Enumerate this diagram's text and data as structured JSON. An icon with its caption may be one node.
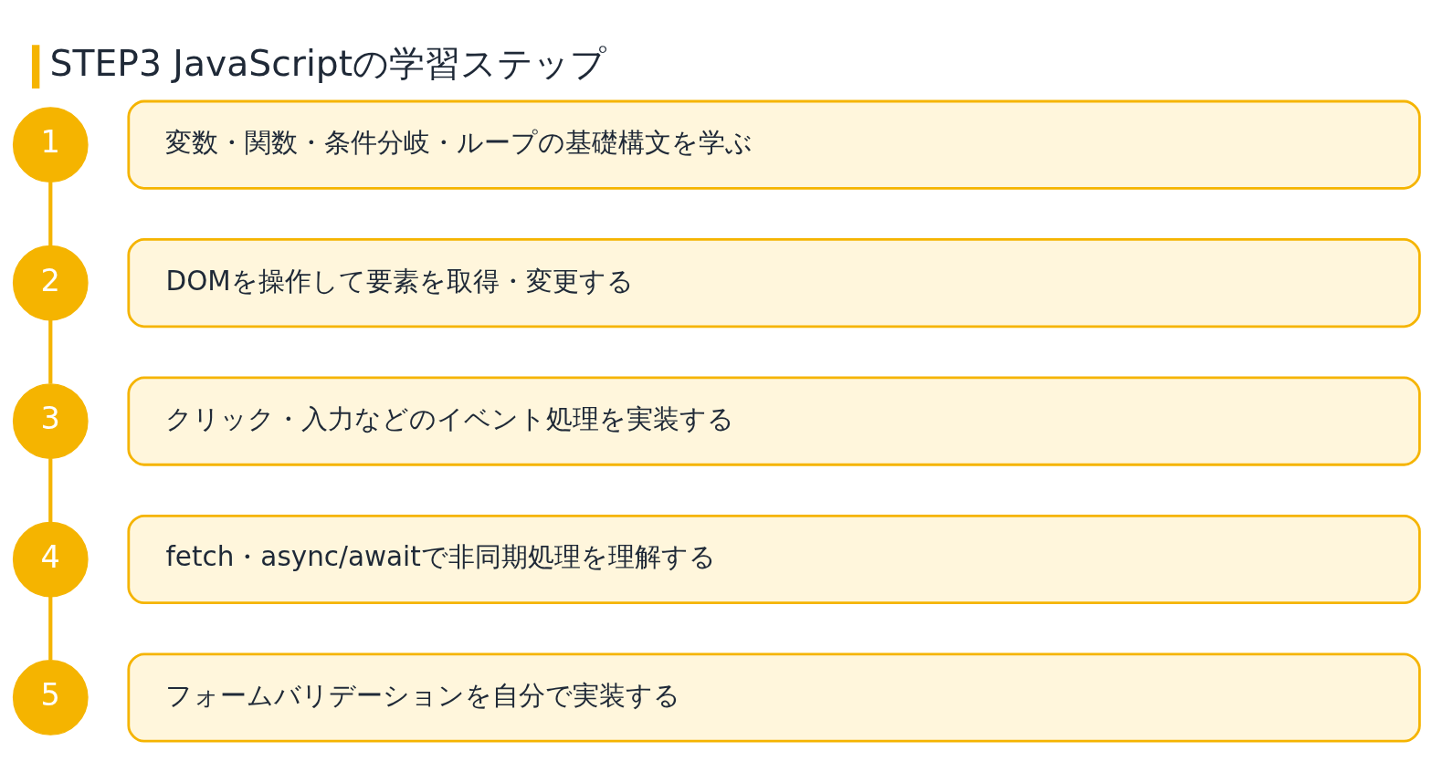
{
  "diagram": {
    "title": "STEP3 JavaScriptの学習ステップ",
    "nodes": [
      {
        "text": [
          "1"
        ]
      },
      {
        "text": [
          "変数・関数・条件分岐・ループの基礎構文を学ぶ"
        ]
      },
      {
        "text": [
          "2"
        ]
      },
      {
        "text": [
          "DOMを操作して要素を取得・変更する"
        ]
      },
      {
        "text": [
          "3"
        ]
      },
      {
        "text": [
          "クリック・入力などのイベント処理を実装する"
        ]
      },
      {
        "text": [
          "4"
        ]
      },
      {
        "text": [
          "fetch・async/awaitで非同期処理を理解する"
        ]
      },
      {
        "text": [
          "5"
        ]
      },
      {
        "text": [
          "フォームバリデーションを自分で実装する"
        ]
      }
    ],
    "edges": [
      {
        "from": 0,
        "to": 2,
        "arrow": "none"
      },
      {
        "from": 2,
        "to": 4,
        "arrow": "none"
      },
      {
        "from": 4,
        "to": 6,
        "arrow": "none"
      },
      {
        "from": 6,
        "to": 8,
        "arrow": "none"
      }
    ]
  }
}
